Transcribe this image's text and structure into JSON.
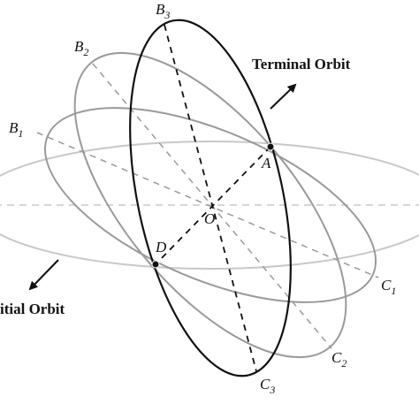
{
  "diagram": {
    "labels": {
      "B3": {
        "main": "B",
        "sub": "3"
      },
      "B2": {
        "main": "B",
        "sub": "2"
      },
      "B1": {
        "main": "B",
        "sub": "1"
      },
      "C1": {
        "main": "C",
        "sub": "1"
      },
      "C2": {
        "main": "C",
        "sub": "2"
      },
      "C3": {
        "main": "C",
        "sub": "3"
      },
      "A": "A",
      "D": "D",
      "O": "O"
    },
    "terminal_orbit": "Terminal Orbit",
    "initial_orbit": "itial Orbit"
  }
}
